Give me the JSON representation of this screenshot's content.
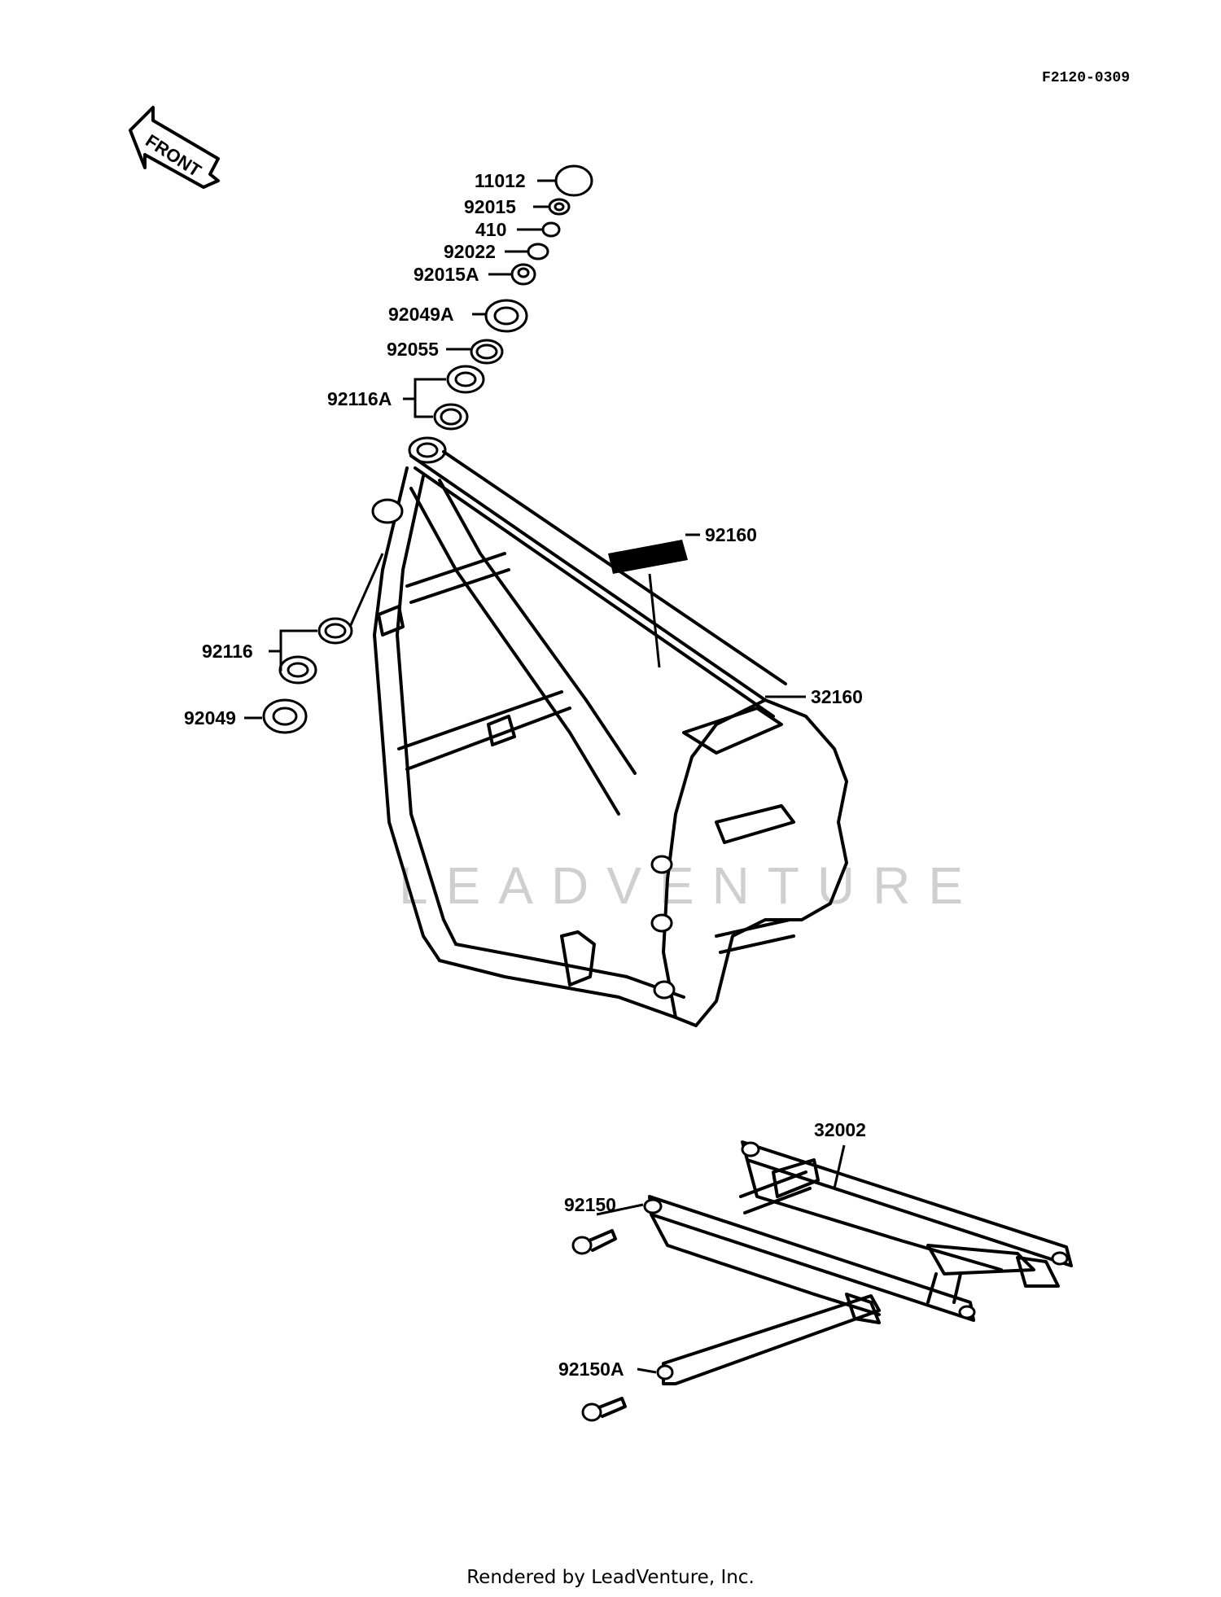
{
  "diagram_code": "F2120-0309",
  "front_arrow_label": "FRONT",
  "watermark": "LEADVENTURE",
  "footer": "Rendered by LeadVenture, Inc.",
  "parts": {
    "p11012": "11012",
    "p92015": "92015",
    "p410": "410",
    "p92022": "92022",
    "p92015A": "92015A",
    "p92049A": "92049A",
    "p92055": "92055",
    "p92116A": "92116A",
    "p92160": "92160",
    "p92116": "92116",
    "p32160": "32160",
    "p92049": "92049",
    "p32002": "32002",
    "p92150": "92150",
    "p92150A": "92150A"
  }
}
